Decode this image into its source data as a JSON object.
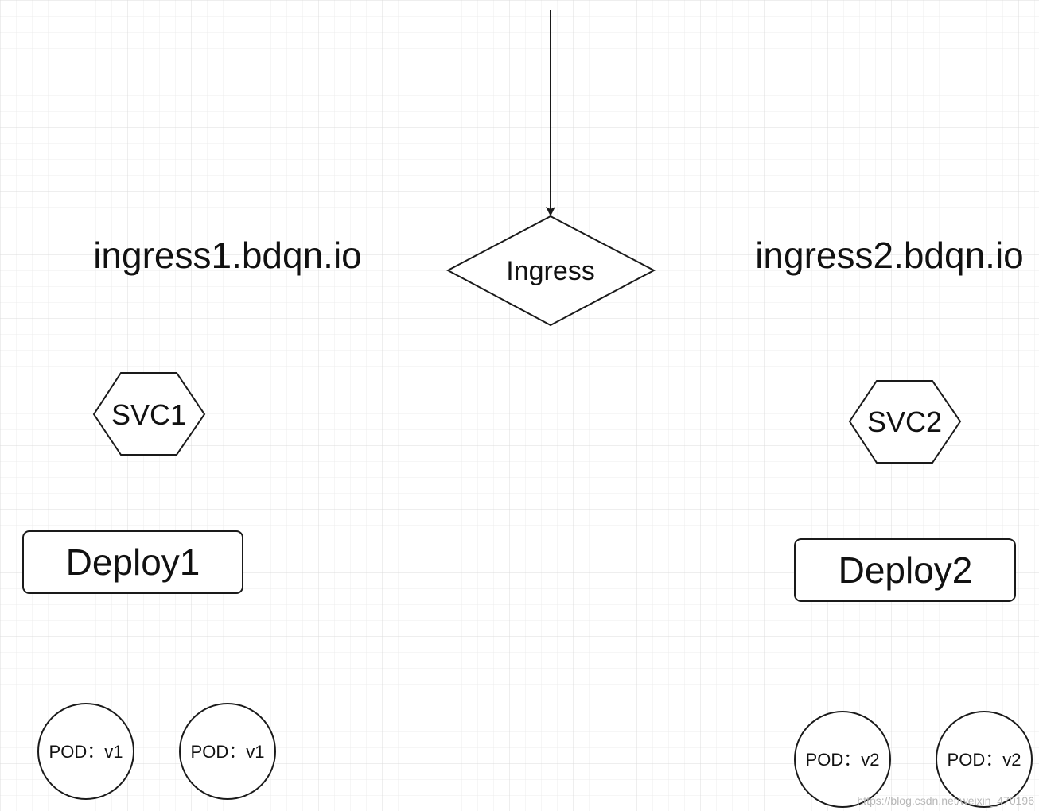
{
  "diagram": {
    "domains": {
      "left": "ingress1.bdqn.io",
      "right": "ingress2.bdqn.io"
    },
    "ingress": {
      "label": "Ingress"
    },
    "services": {
      "left": "SVC1",
      "right": "SVC2"
    },
    "deployments": {
      "left": "Deploy1",
      "right": "Deploy2"
    },
    "pods": {
      "left": [
        "POD：v1",
        "POD：v1"
      ],
      "right": [
        "POD：v2",
        "POD：v2"
      ]
    },
    "watermark": "https://blog.csdn.net/weixin_470196"
  },
  "colors": {
    "grid_minor": "#ececec",
    "grid_major": "#dcdcdc",
    "stroke": "#1a1a1a",
    "text": "#111111"
  }
}
